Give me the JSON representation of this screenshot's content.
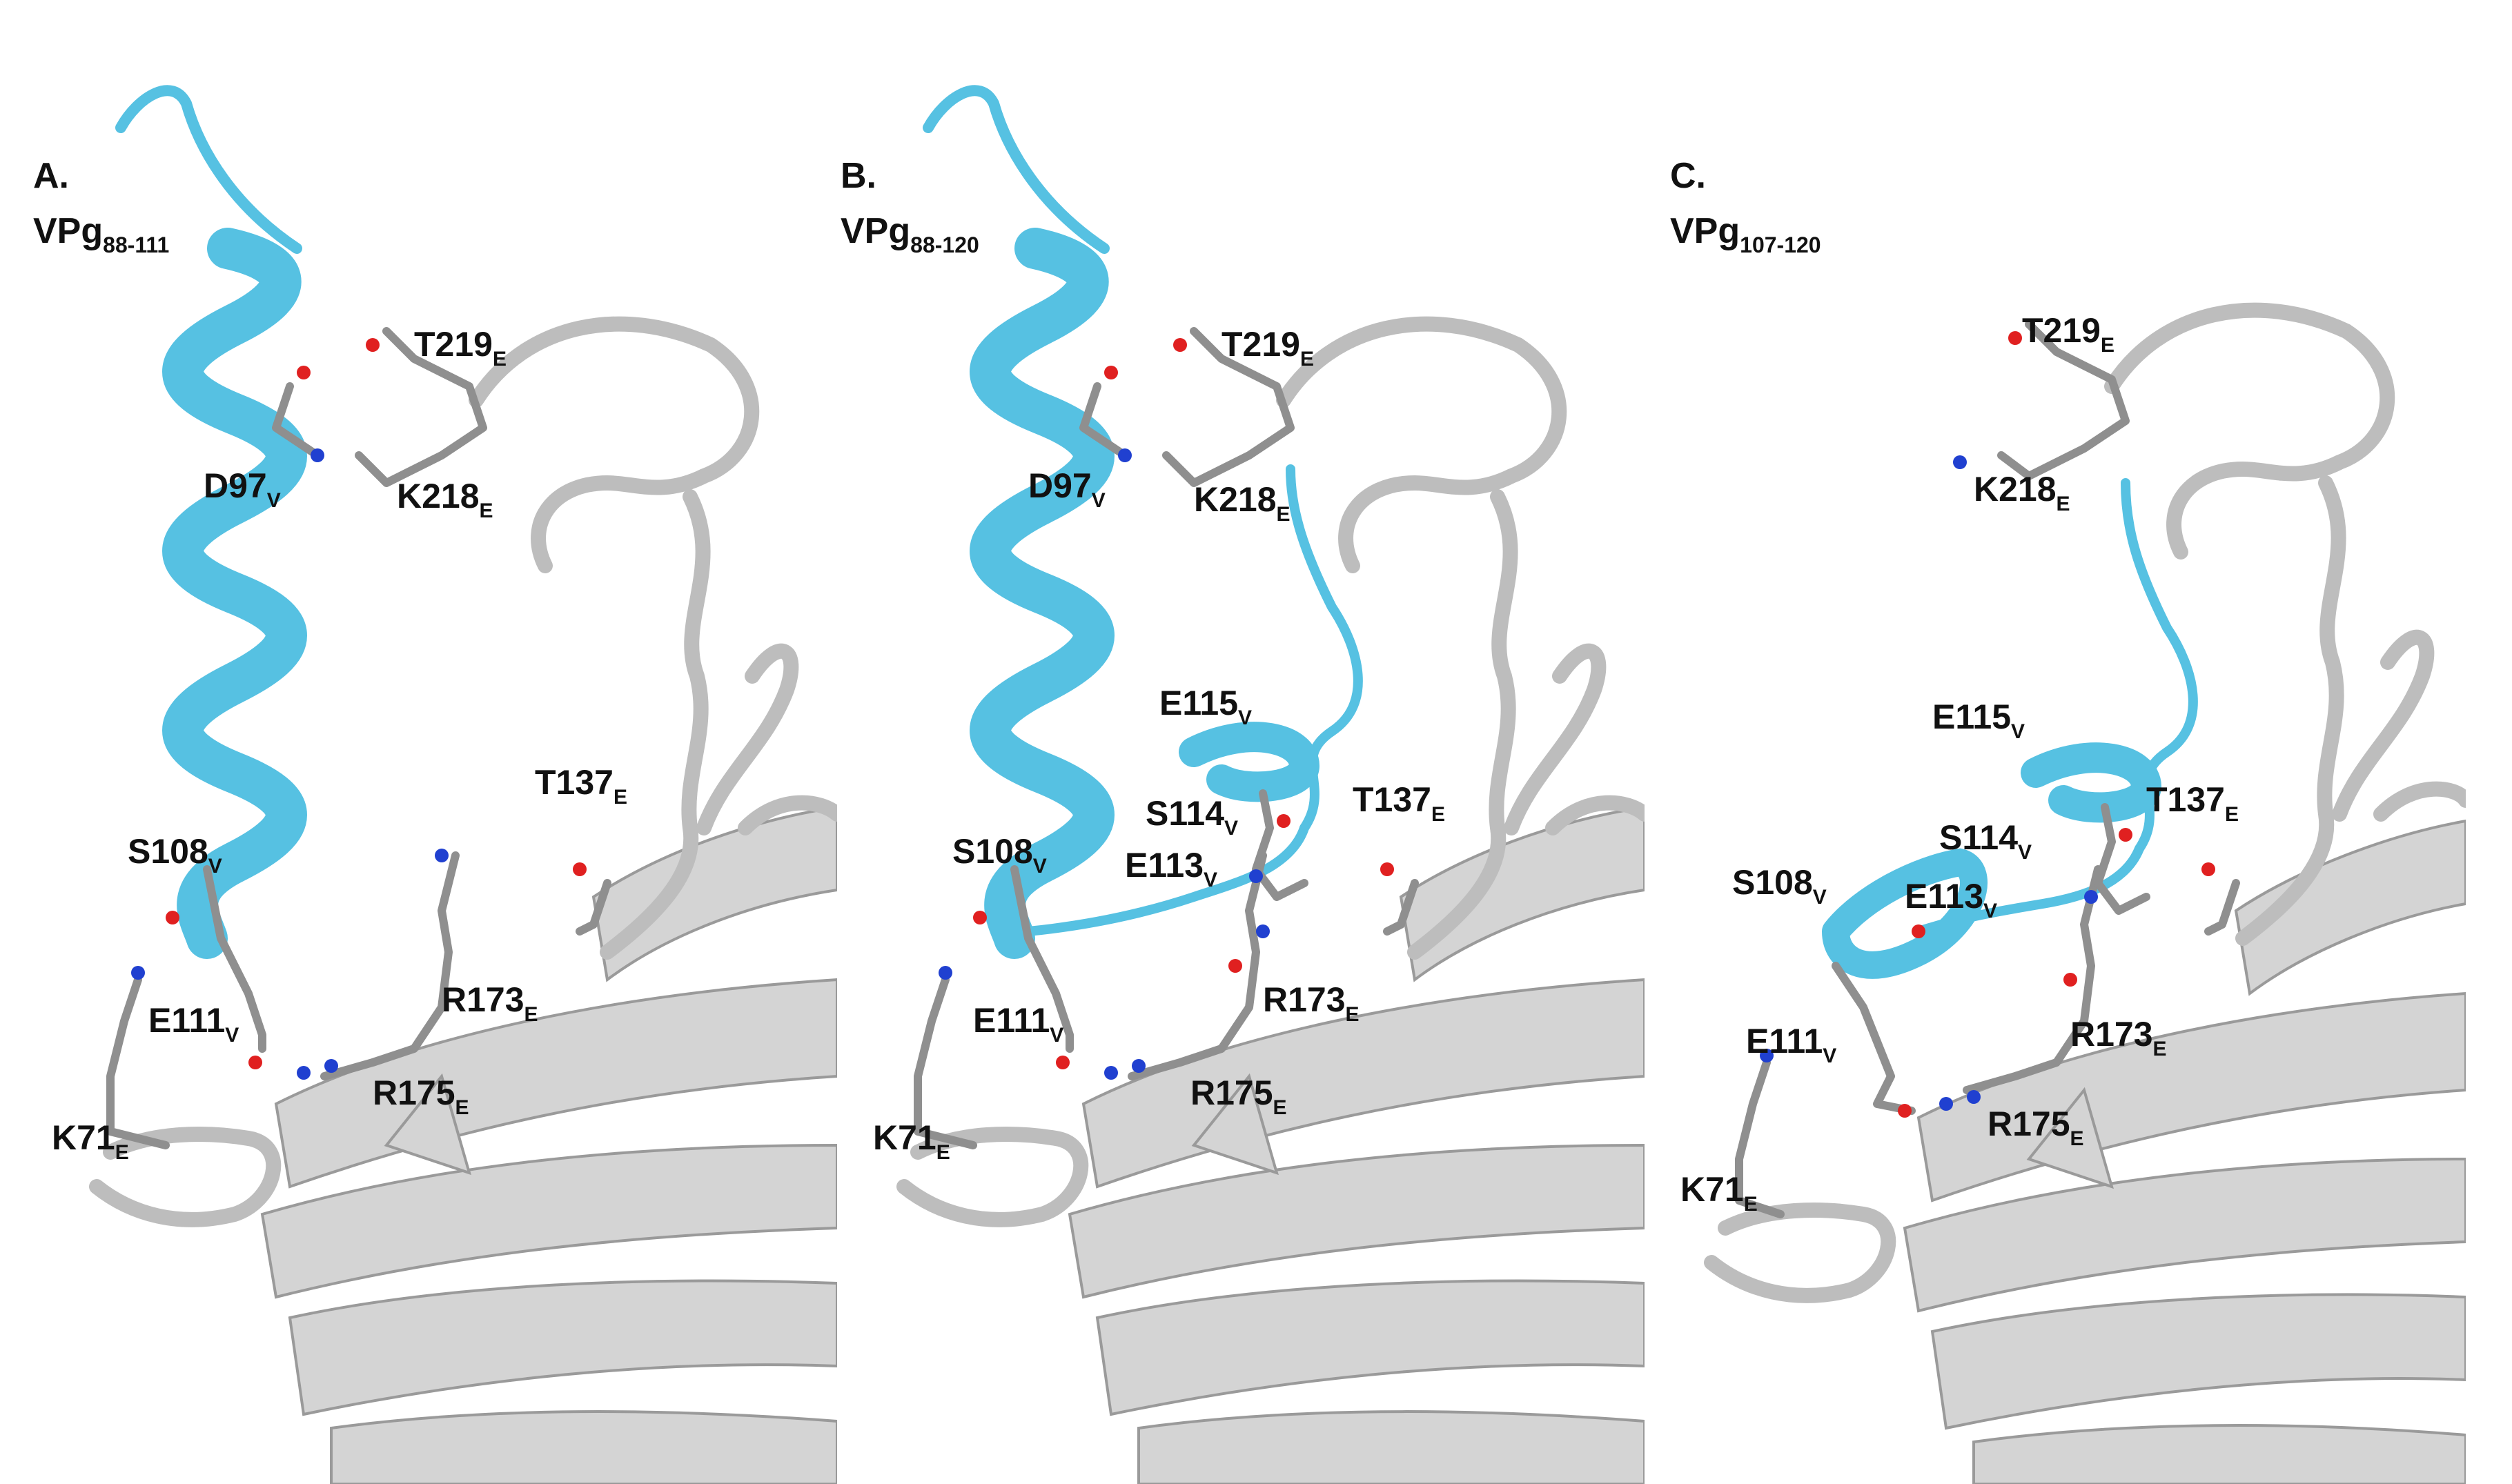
{
  "colors": {
    "helix": "#56c1e2",
    "protein": "#c8c8c8",
    "background": "#ffffff",
    "oxygen": "#e02020",
    "nitrogen": "#2040d0"
  },
  "panels": [
    {
      "title": "A.",
      "subtitle": {
        "main": "VPg",
        "sub": "88-111"
      },
      "labels": [
        {
          "main": "T219",
          "sub": "E"
        },
        {
          "main": "D97",
          "sub": "V"
        },
        {
          "main": "K218",
          "sub": "E"
        },
        {
          "main": "T137",
          "sub": "E"
        },
        {
          "main": "S108",
          "sub": "V"
        },
        {
          "main": "E111",
          "sub": "V"
        },
        {
          "main": "R173",
          "sub": "E"
        },
        {
          "main": "R175",
          "sub": "E"
        },
        {
          "main": "K71",
          "sub": "E"
        }
      ]
    },
    {
      "title": "B.",
      "subtitle": {
        "main": "VPg",
        "sub": "88-120"
      },
      "labels": [
        {
          "main": "T219",
          "sub": "E"
        },
        {
          "main": "D97",
          "sub": "V"
        },
        {
          "main": "K218",
          "sub": "E"
        },
        {
          "main": "E115",
          "sub": "V"
        },
        {
          "main": "T137",
          "sub": "E"
        },
        {
          "main": "S114",
          "sub": "V"
        },
        {
          "main": "S108",
          "sub": "V"
        },
        {
          "main": "E113",
          "sub": "V"
        },
        {
          "main": "E111",
          "sub": "V"
        },
        {
          "main": "R173",
          "sub": "E"
        },
        {
          "main": "R175",
          "sub": "E"
        },
        {
          "main": "K71",
          "sub": "E"
        }
      ]
    },
    {
      "title": "C.",
      "subtitle": {
        "main": "VPg",
        "sub": "107-120"
      },
      "labels": [
        {
          "main": "T219",
          "sub": "E"
        },
        {
          "main": "K218",
          "sub": "E"
        },
        {
          "main": "E115",
          "sub": "V"
        },
        {
          "main": "T137",
          "sub": "E"
        },
        {
          "main": "S114",
          "sub": "V"
        },
        {
          "main": "S108",
          "sub": "V"
        },
        {
          "main": "E113",
          "sub": "V"
        },
        {
          "main": "E111",
          "sub": "V"
        },
        {
          "main": "R173",
          "sub": "E"
        },
        {
          "main": "R175",
          "sub": "E"
        },
        {
          "main": "K71",
          "sub": "E"
        }
      ]
    }
  ]
}
